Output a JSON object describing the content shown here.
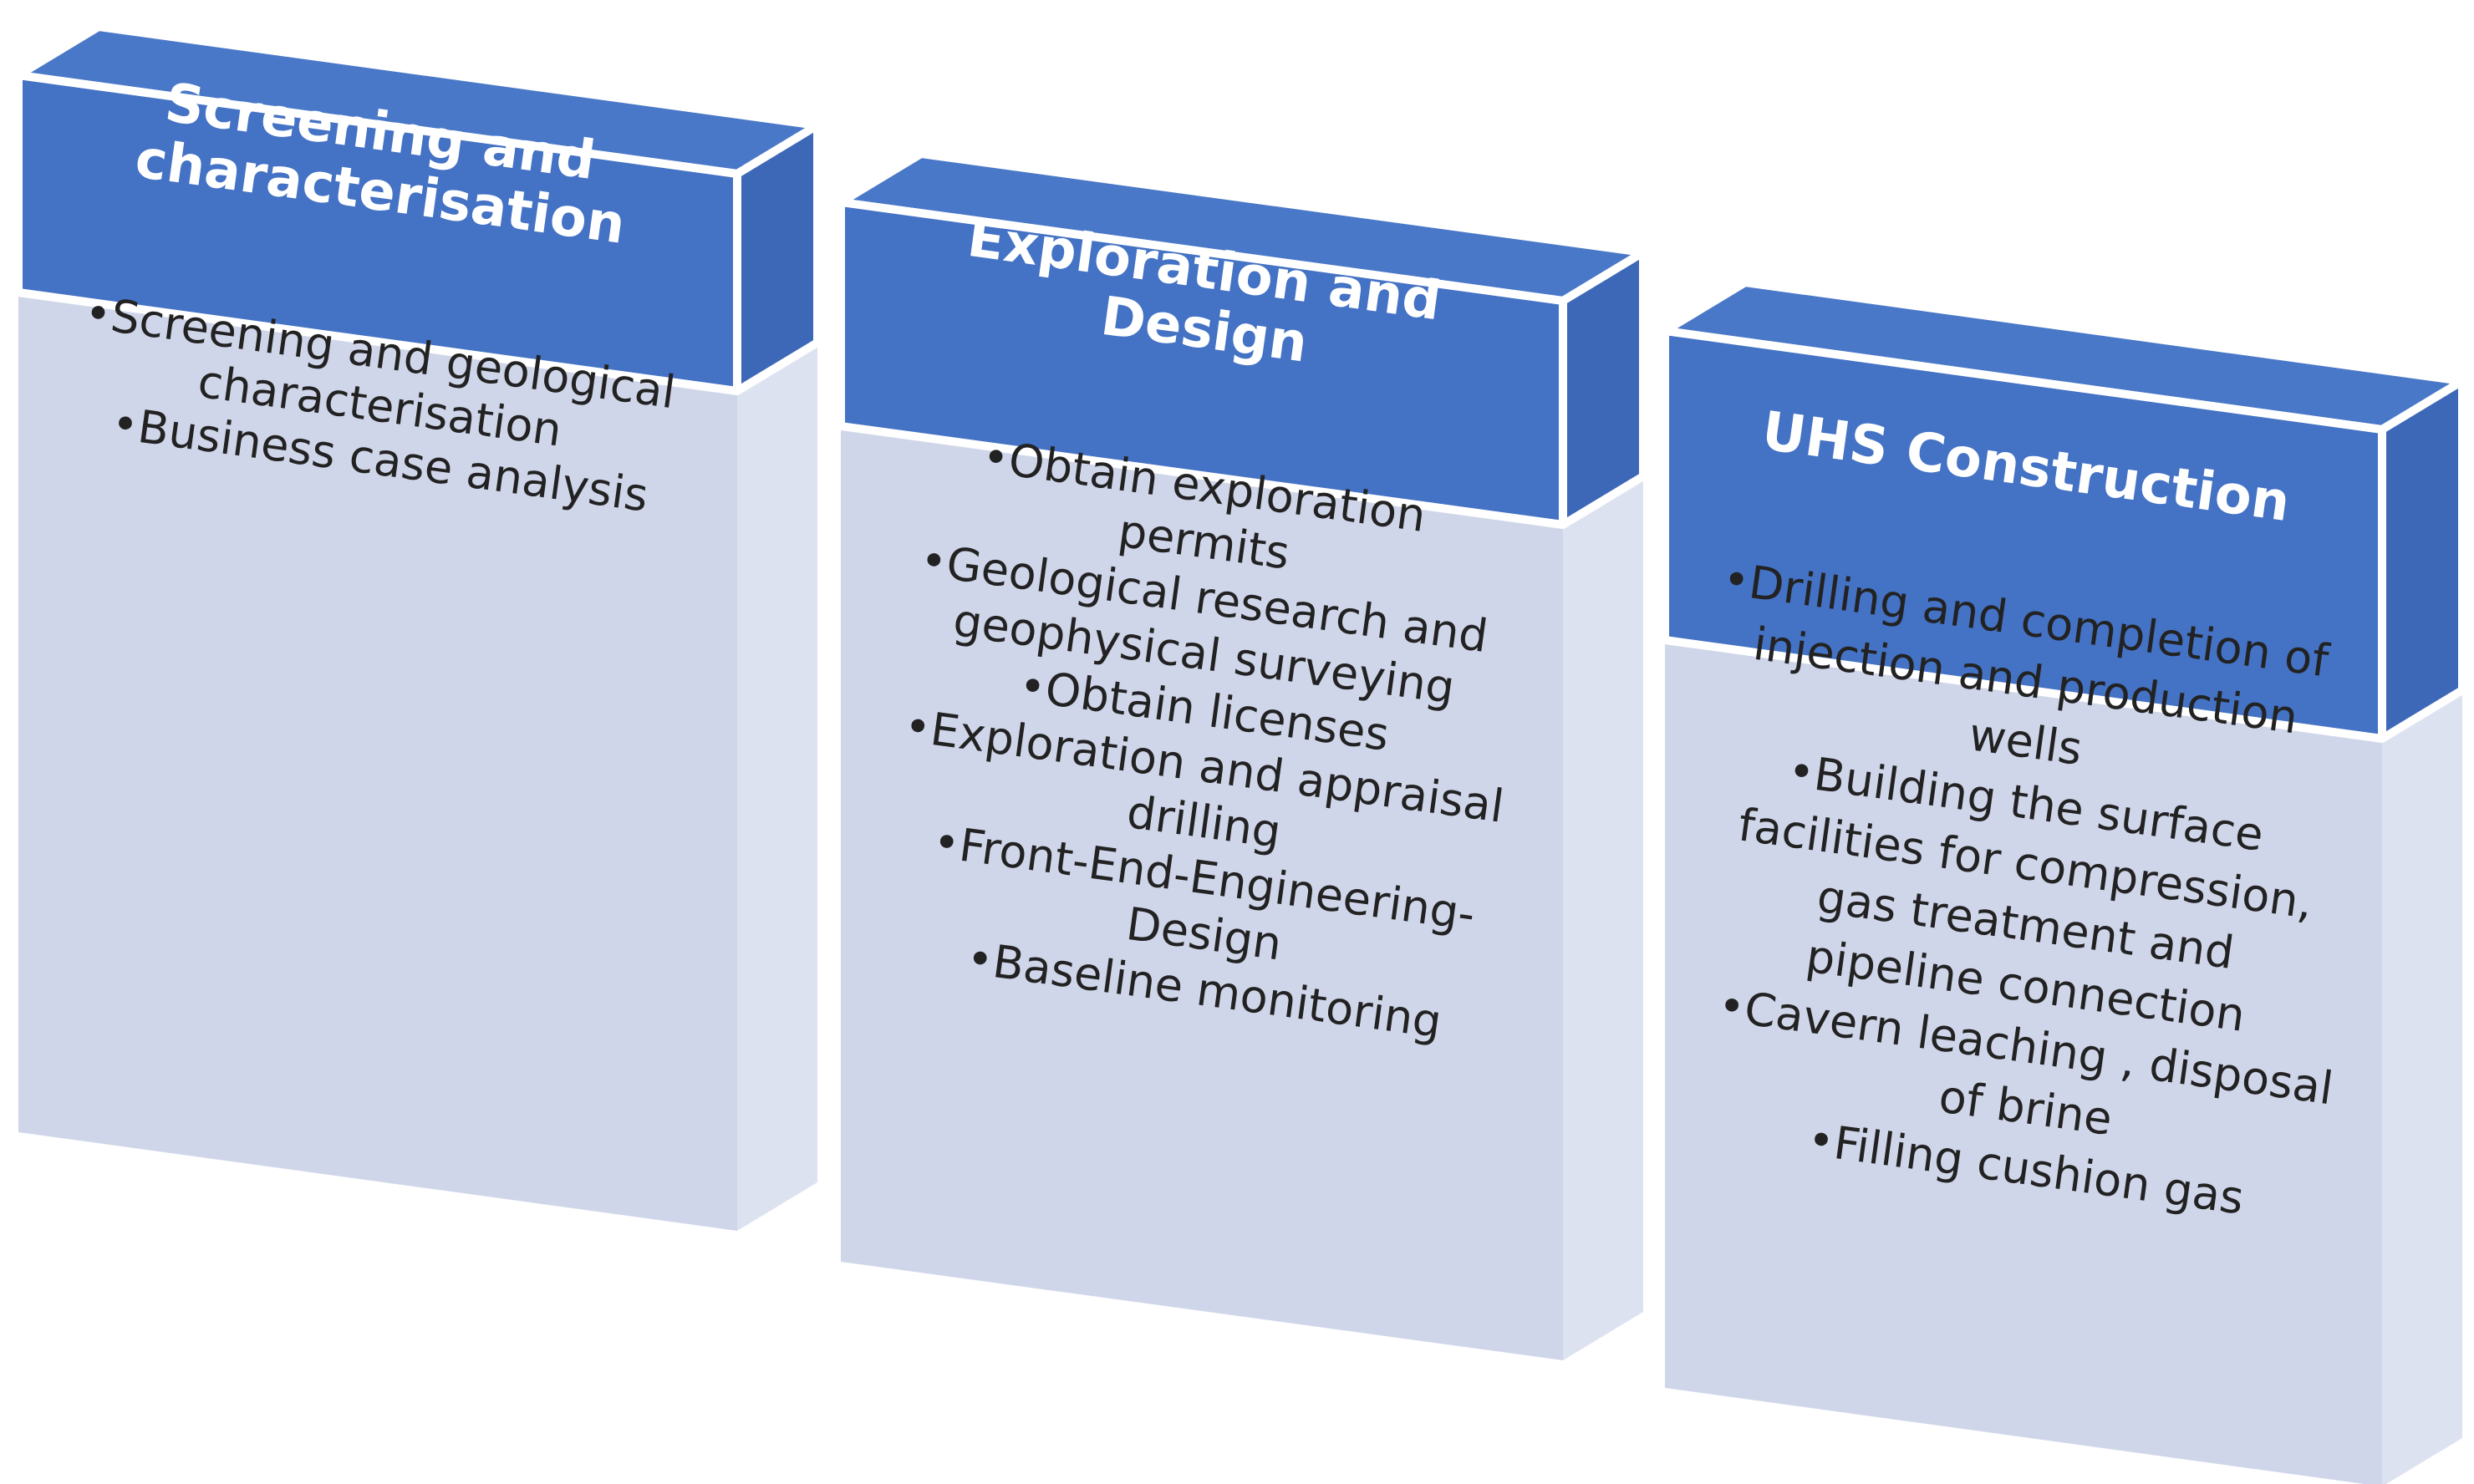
{
  "colors": {
    "header_front": "#4472c4",
    "header_top": "#4a78c8",
    "header_side": "#3d68b8",
    "header_edge": "#ffffff",
    "body_front": "#d0d6ea",
    "body_side": "#dde2f1",
    "text_dark": "#222222",
    "text_light": "#ffffff"
  },
  "stages": [
    {
      "id": "screening",
      "title_lines": [
        "Screening and",
        "characterisation"
      ],
      "items": [
        "•Screening and geological",
        "characterisation",
        "•Business case analysis"
      ]
    },
    {
      "id": "exploration",
      "title_lines": [
        "Exploration and",
        "Design"
      ],
      "items": [
        "•Obtain exploration",
        "permits",
        "•Geological research and",
        "geophysical surveying",
        "•Obtain licenses",
        "•Exploration and appraisal",
        "drilling",
        "•Front-End-Engineering-",
        "Design",
        "•Baseline monitoring"
      ]
    },
    {
      "id": "construction",
      "title_lines": [
        "UHS Construction"
      ],
      "items": [
        "•Drilling and completion of",
        "injection and production",
        "wells",
        "•Building the surface",
        "facilities for compression,",
        "gas treatment and",
        "pipeline connection",
        "•Cavern leaching , disposal",
        "of brine",
        "•Filling cushion gas"
      ]
    }
  ]
}
